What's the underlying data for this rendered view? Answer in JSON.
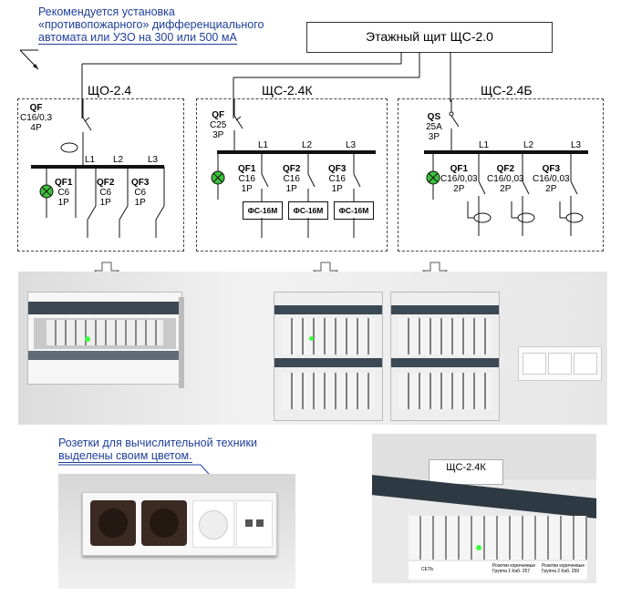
{
  "note_top": {
    "line1": "Рекомендуется установка",
    "line2": "«противопожарного» дифференциального",
    "line3": "автомата или УЗО на 300 или 500 мА"
  },
  "main_panel": "Этажный щит ЩС-2.0",
  "panels": {
    "p1": {
      "title": "ЩО-2.4",
      "input": {
        "name": "QF",
        "rating": "С16/0,3",
        "poles": "4Р"
      },
      "phases": [
        "L1",
        "L2",
        "L3"
      ],
      "breakers": [
        {
          "name": "QF1",
          "rating": "С6",
          "poles": "1Р"
        },
        {
          "name": "QF2",
          "rating": "С6",
          "poles": "1Р"
        },
        {
          "name": "QF3",
          "rating": "С6",
          "poles": "1Р"
        }
      ]
    },
    "p2": {
      "title": "ЩС-2.4К",
      "input": {
        "name": "QF",
        "rating": "С25",
        "poles": "3Р"
      },
      "phases": [
        "L1",
        "L2",
        "L3"
      ],
      "breakers": [
        {
          "name": "QF1",
          "rating": "С16",
          "poles": "1Р"
        },
        {
          "name": "QF2",
          "rating": "С16",
          "poles": "1Р"
        },
        {
          "name": "QF3",
          "rating": "С16",
          "poles": "1Р"
        }
      ],
      "filters": [
        "ФС-16М",
        "ФС-16М",
        "ФС-16М"
      ]
    },
    "p3": {
      "title": "ЩС-2.4Б",
      "input": {
        "name": "QS",
        "rating": "25А",
        "poles": "3Р"
      },
      "phases": [
        "L1",
        "L2",
        "L3"
      ],
      "breakers": [
        {
          "name": "QF1",
          "rating": "С16/0,03",
          "poles": "2Р"
        },
        {
          "name": "QF2",
          "rating": "С16/0,03",
          "poles": "2Р"
        },
        {
          "name": "QF3",
          "rating": "С16/0,03",
          "poles": "2Р"
        }
      ]
    }
  },
  "note_bottom": {
    "line1": "Розетки для вычислительной техники",
    "line2": "выделены своим цветом."
  },
  "photo_label": {
    "title": "ЩС-2.4К",
    "cell1": "СЕТЬ",
    "cell2": "Розетки коричневые Группа 1 Каб. 257",
    "cell3": "Розетки коричневые Группа 2 Каб. 259"
  },
  "colors": {
    "note": "#1f3f9b",
    "indicator": "#3cc13c",
    "line": "#111111"
  }
}
